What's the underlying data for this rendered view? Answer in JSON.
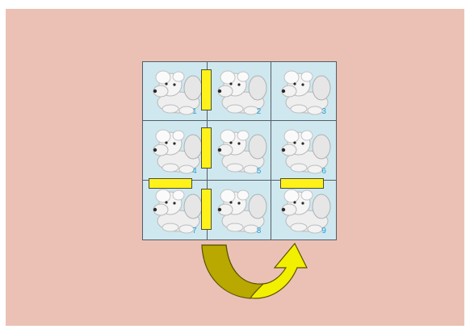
{
  "puzzle": {
    "tiles": [
      {
        "number": "1",
        "picture": "poodle"
      },
      {
        "number": "2",
        "picture": "poodle"
      },
      {
        "number": "3",
        "picture": "poodle"
      },
      {
        "number": "4",
        "picture": "poodle"
      },
      {
        "number": "5",
        "picture": "poodle"
      },
      {
        "number": "6",
        "picture": "poodle"
      },
      {
        "number": "7",
        "picture": "poodle"
      },
      {
        "number": "8",
        "picture": "poodle"
      },
      {
        "number": "9",
        "picture": "poodle"
      }
    ],
    "walls": [
      {
        "orientation": "vertical",
        "between": [
          "1",
          "2"
        ]
      },
      {
        "orientation": "vertical",
        "between": [
          "4",
          "5"
        ]
      },
      {
        "orientation": "vertical",
        "between": [
          "7",
          "8"
        ]
      },
      {
        "orientation": "horizontal",
        "between": [
          "4",
          "7"
        ]
      },
      {
        "orientation": "horizontal",
        "between": [
          "6",
          "9"
        ]
      }
    ],
    "move_arrow": "curved-arrow-icon"
  },
  "colors": {
    "background": "#ebc1b5",
    "tile": "#cfe8ef",
    "grid_line": "#555d66",
    "wall": "#fff21a",
    "number": "#2a9fd6",
    "arrow_fill": "#f2ef00",
    "arrow_shade": "#a89a00"
  }
}
